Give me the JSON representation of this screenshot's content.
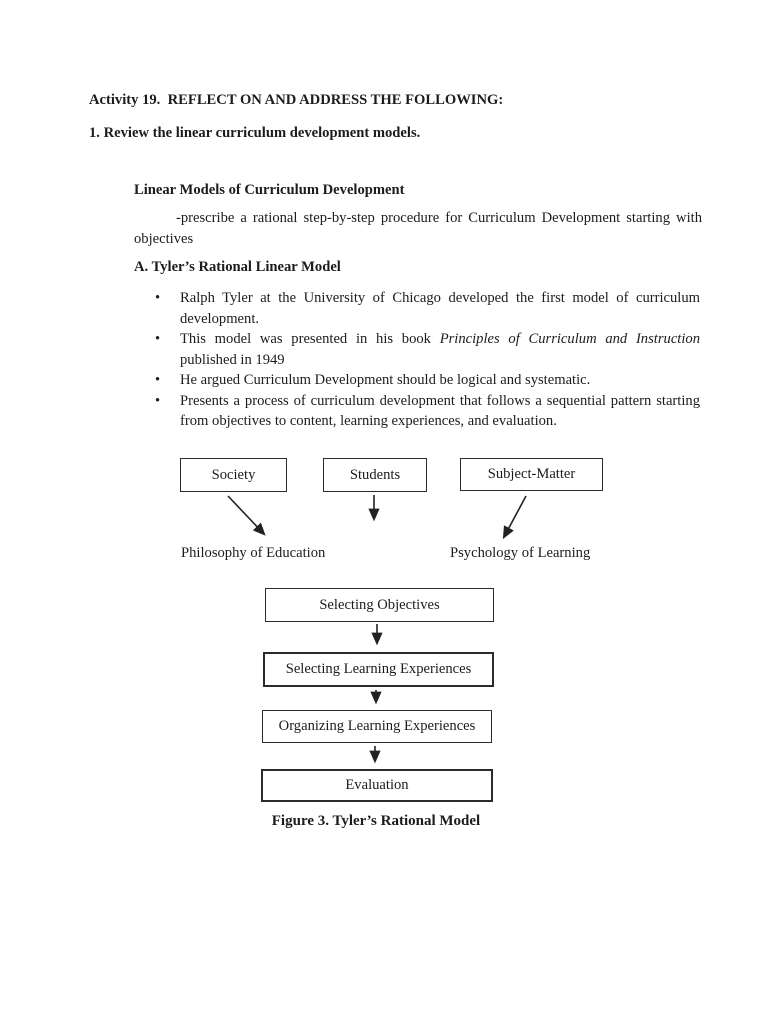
{
  "page": {
    "background": "#ffffff",
    "text_color": "#1c1c1c",
    "line_color": "#2b2b2b",
    "bullet_char": "•",
    "activity_heading": "Activity 19.  REFLECT ON AND ADDRESS THE FOLLOWING:",
    "task_heading": "1. Review the linear curriculum development models.",
    "section_title": "Linear Models of Curriculum Development",
    "section_description": "-prescribe a rational step-by-step procedure for Curriculum Development starting with objectives",
    "subsection_title": "A. Tyler’s Rational Linear Model",
    "bullets": [
      {
        "pre": "Ralph Tyler at the University of Chicago developed the first model of curriculum development.",
        "italic": "",
        "post": ""
      },
      {
        "pre": "This model was presented in his book ",
        "italic": "Principles of Curriculum and Instruction",
        "post": " published in 1949"
      },
      {
        "pre": "He argued Curriculum Development should be logical and systematic.",
        "italic": "",
        "post": ""
      },
      {
        "pre": "Presents a process of curriculum development that follows a sequential pattern starting from objectives to content, learning experiences, and evaluation.",
        "italic": "",
        "post": ""
      }
    ]
  },
  "diagram": {
    "source_boxes": [
      "Society",
      "Students",
      "Subject-Matter"
    ],
    "screen_labels": [
      "Philosophy of Education",
      "Psychology of Learning"
    ],
    "steps": [
      "Selecting Objectives",
      "Selecting Learning Experiences",
      "Organizing Learning Experiences",
      "Evaluation"
    ],
    "caption": "Figure 3. Tyler’s Rational Model"
  }
}
